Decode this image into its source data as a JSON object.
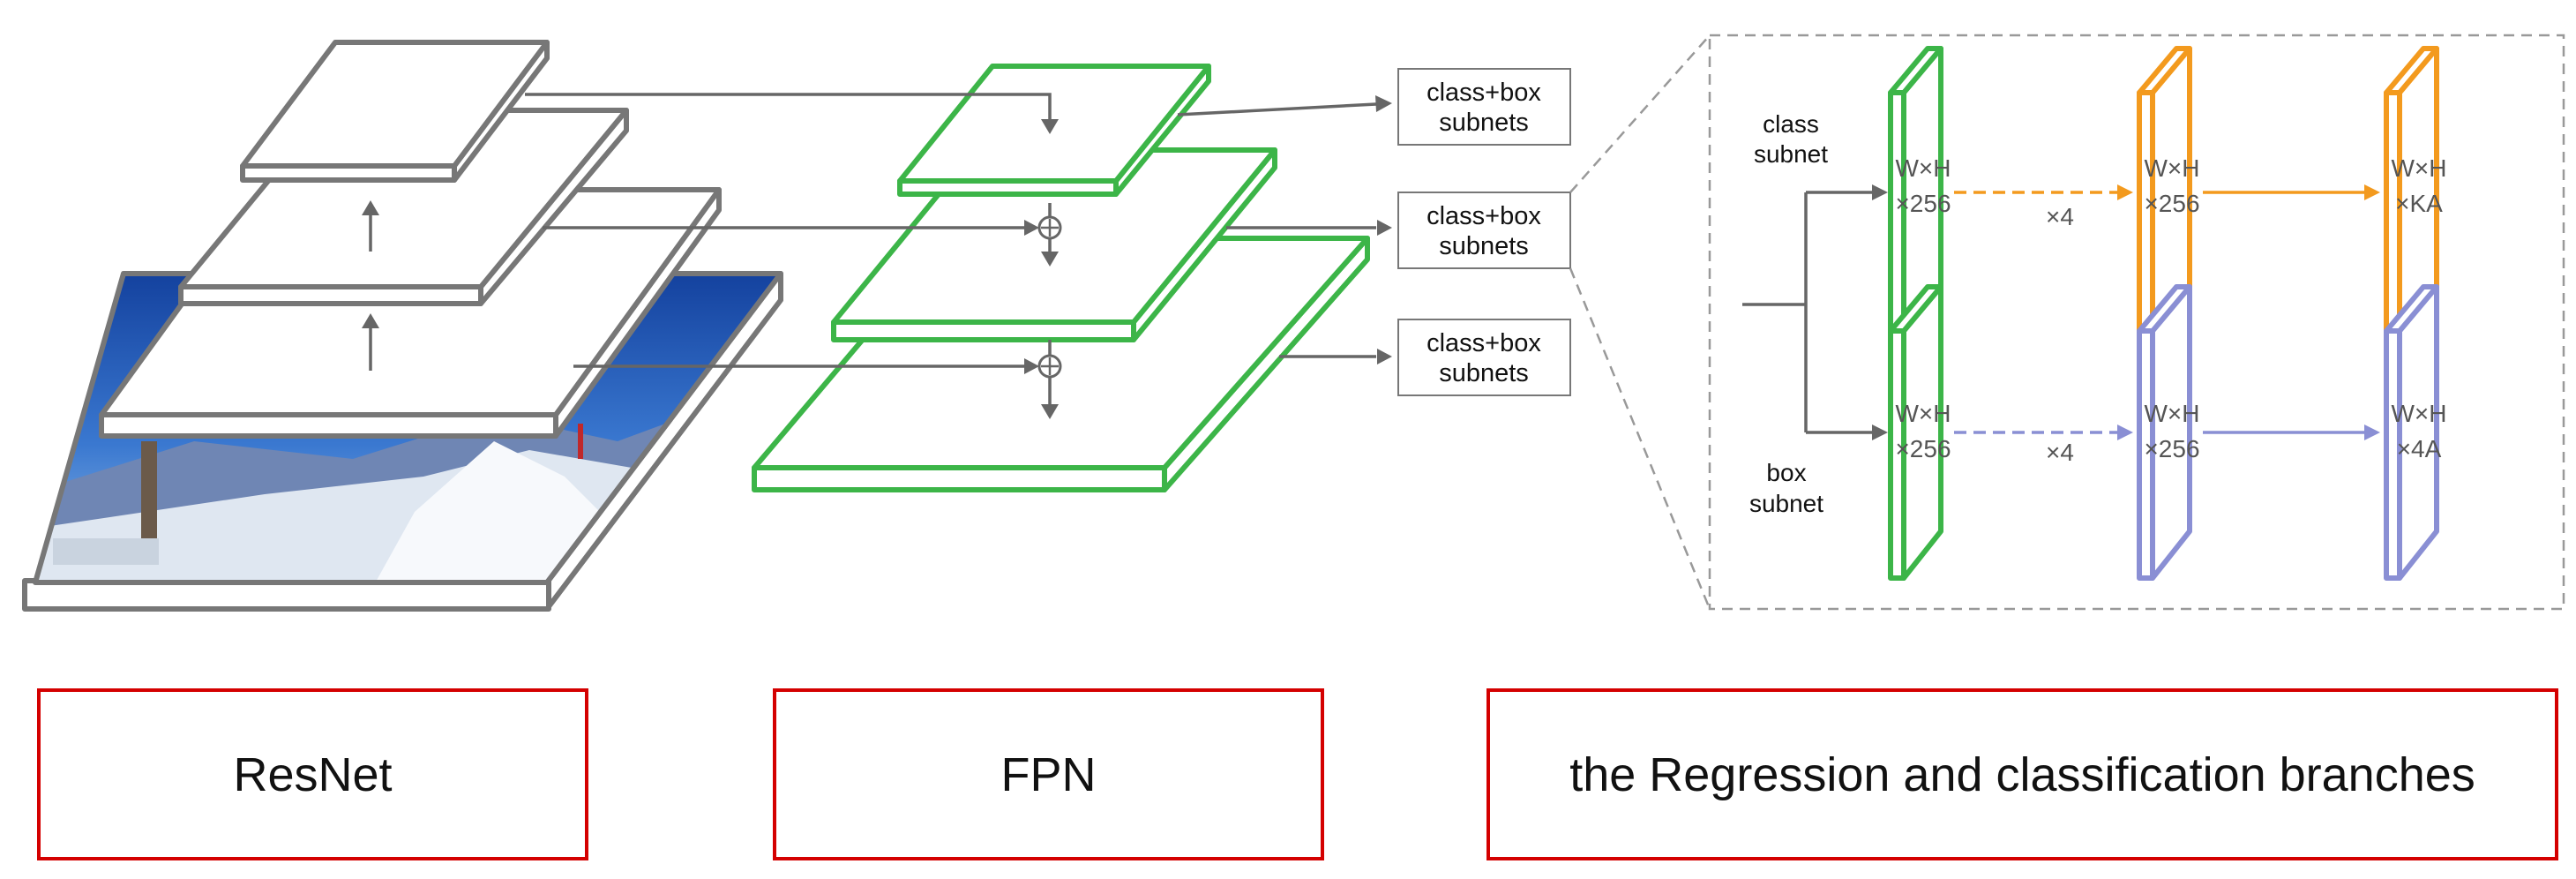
{
  "subnet_boxes": [
    {
      "line1": "class+box",
      "line2": "subnets"
    },
    {
      "line1": "class+box",
      "line2": "subnets"
    },
    {
      "line1": "class+box",
      "line2": "subnets"
    }
  ],
  "head_detail": {
    "class_label": {
      "line1": "class",
      "line2": "subnet"
    },
    "box_label": {
      "line1": "box",
      "line2": "subnet"
    },
    "conv_shape": {
      "line1": "W×H",
      "line2": "×256"
    },
    "class_out_shape": {
      "line1": "W×H",
      "line2": "×KA"
    },
    "box_out_shape": {
      "line1": "W×H",
      "line2": "×4A"
    },
    "repeat_label": "×4"
  },
  "captions": {
    "resnet": "ResNet",
    "fpn": "FPN",
    "branches": "the Regression and classification branches"
  },
  "colors": {
    "backbone": "#777777",
    "fpn": "#3cb548",
    "class_branch": "#f39a1e",
    "box_branch": "#8a8fd4",
    "caption_border": "#d40000"
  }
}
